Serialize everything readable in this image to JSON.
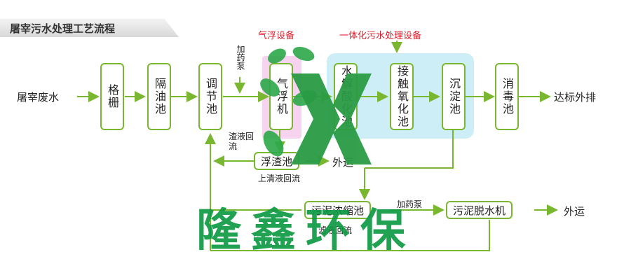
{
  "title": "屠宰污水处理工艺流程",
  "highlights": {
    "air_float_equipment": "气浮设备",
    "integrated_equipment": "一体化污水处理设备"
  },
  "nodes": {
    "input": "屠宰废水",
    "grille": "格栅",
    "oil_separator": "隔油池",
    "regulating_tank": "调节池",
    "air_flotation": "气浮机",
    "hydrolysis": "水解酸化池",
    "contact_oxidation": "接触氧化池",
    "sedimentation": "沉淀池",
    "disinfection": "消毒池",
    "output": "达标外排",
    "scum_tank": "浮渣池",
    "sludge_thickener": "污泥浓缩池",
    "sludge_dewatering": "污泥脱水机",
    "transport_1": "外运",
    "transport_2": "外运"
  },
  "labels": {
    "dosing_pump_1": "加药泵",
    "scum_return": "渣液回流",
    "supernatant_return": "上清液回流",
    "dosing_pump_2": "加药泵",
    "filtrate_return": "滤液回流"
  },
  "watermark": "隆鑫环保",
  "colors": {
    "line": "#7ab730",
    "highlight": "#e11b2a",
    "watermark": "#0f9a44"
  }
}
